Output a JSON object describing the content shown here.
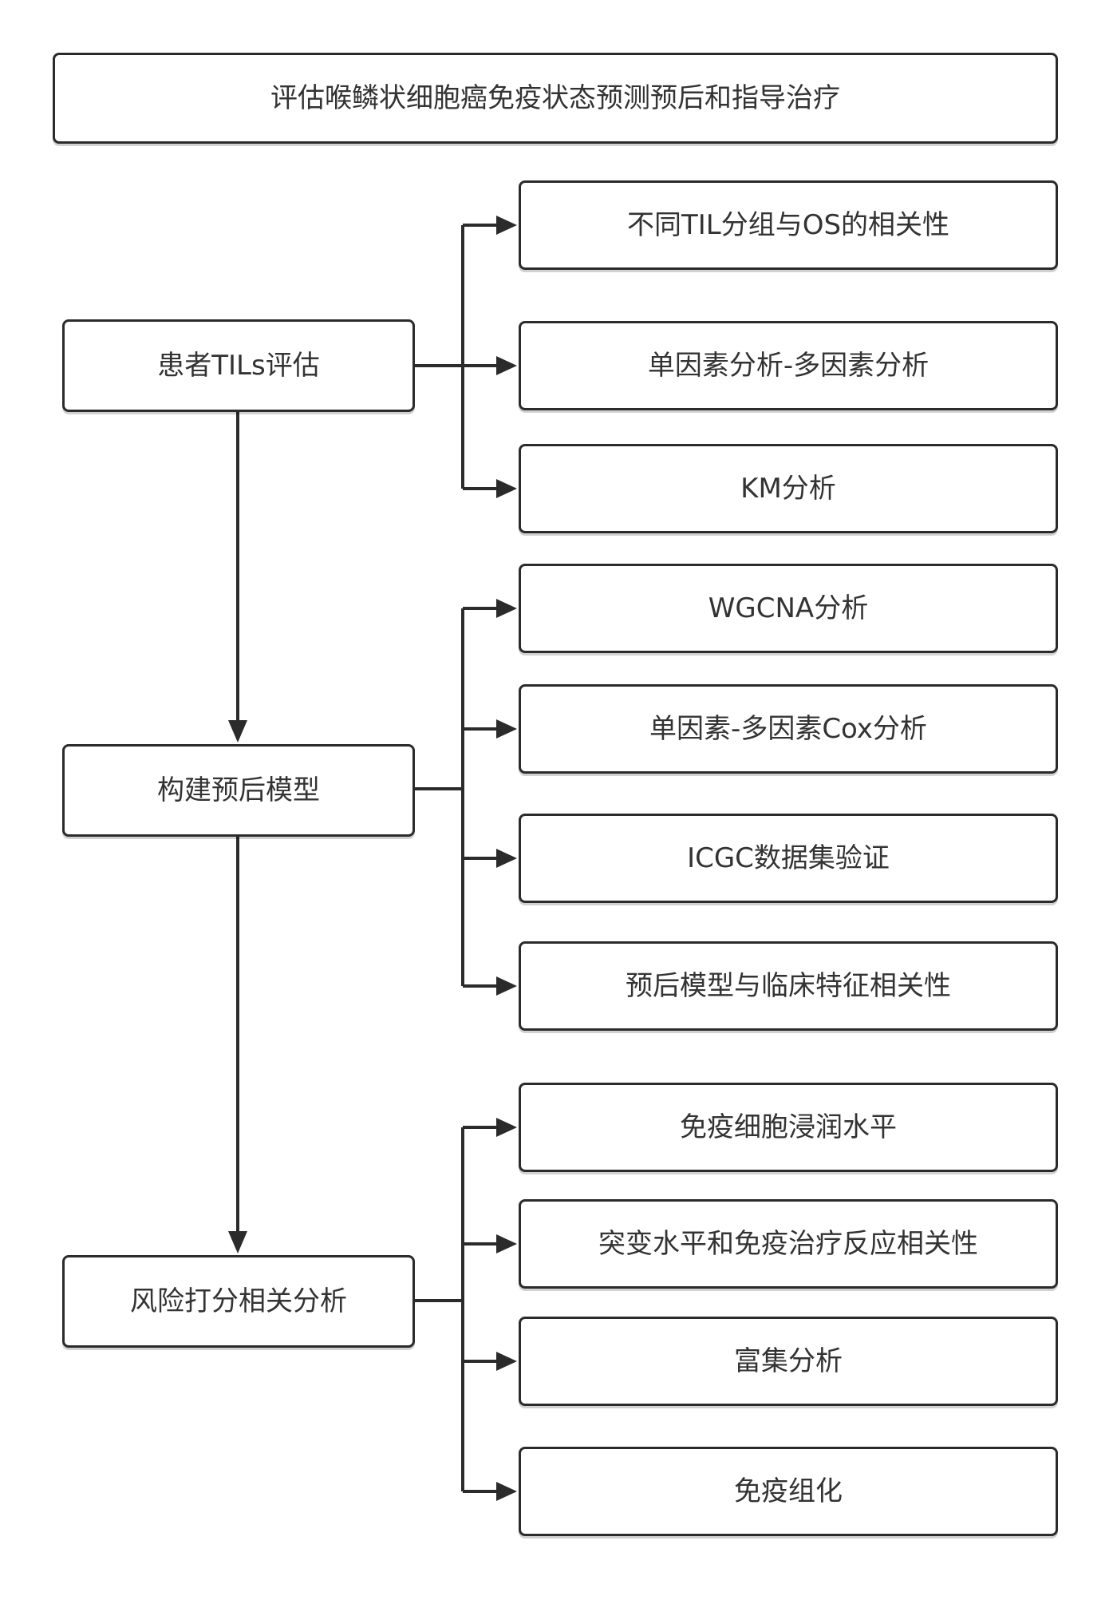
{
  "diagram": {
    "title": "评估喉鳞状细胞癌免疫状态预测预后和指导治疗",
    "stages": [
      {
        "label": "患者TILs评估",
        "steps": [
          "不同TIL分组与OS的相关性",
          "单因素分析-多因素分析",
          "KM分析"
        ]
      },
      {
        "label": "构建预后模型",
        "steps": [
          "WGCNA分析",
          "单因素-多因素Cox分析",
          "ICGC数据集验证",
          "预后模型与临床特征相关性"
        ]
      },
      {
        "label": "风险打分相关分析",
        "steps": [
          "免疫细胞浸润水平",
          "突变水平和免疫治疗反应相关性",
          "富集分析",
          "免疫组化"
        ]
      }
    ]
  },
  "colors": {
    "line": "#2b2b2b",
    "text": "#333333",
    "fill": "#ffffff"
  }
}
